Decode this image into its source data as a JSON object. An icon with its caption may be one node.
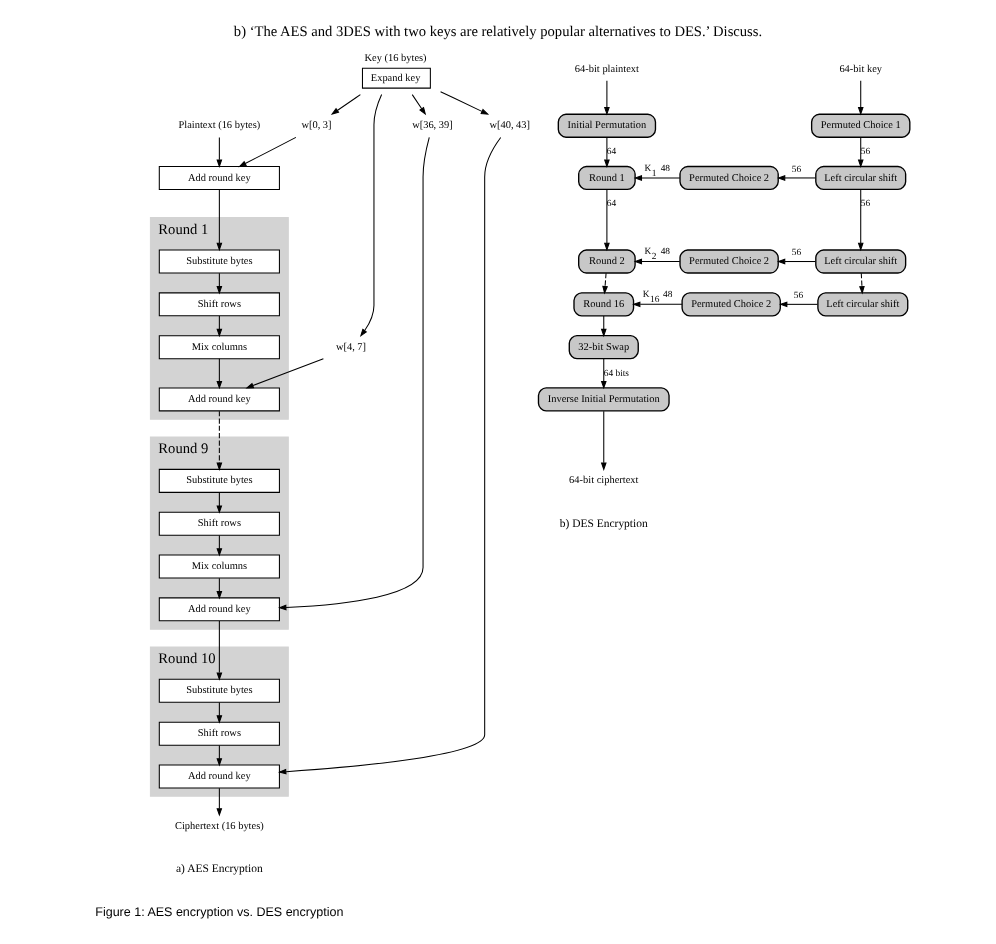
{
  "diagram": {
    "title": "b) ‘The AES and 3DES with two keys are relatively popular alternatives to DES.’ Discuss.",
    "caption": "Figure 1: AES encryption vs. DES encryption",
    "nodes": [
      {
        "text": [
          "Plaintext (16 bytes)"
        ]
      },
      {
        "text": [
          "Key (16 bytes)",
          "Expand key"
        ]
      },
      {
        "text": [
          "Add round key"
        ]
      },
      {
        "text": [
          "Round 1"
        ]
      },
      {
        "text": [
          "Substitute bytes"
        ],
        "in": 3
      },
      {
        "text": [
          "Shift rows"
        ],
        "in": 3
      },
      {
        "text": [
          "Mix columns"
        ],
        "in": 3
      },
      {
        "text": [
          "Add round key"
        ],
        "in": 3
      },
      {
        "text": [
          "Round 9"
        ]
      },
      {
        "text": [
          "Substitute bytes"
        ],
        "in": 8
      },
      {
        "text": [
          "Shift rows"
        ],
        "in": 8
      },
      {
        "text": [
          "Mix columns"
        ],
        "in": 8
      },
      {
        "text": [
          "Add round key"
        ],
        "in": 8
      },
      {
        "text": [
          "Round 10"
        ]
      },
      {
        "text": [
          "Substitute bytes"
        ],
        "in": 13
      },
      {
        "text": [
          "Shift rows"
        ],
        "in": 13
      },
      {
        "text": [
          "Add round key"
        ],
        "in": 13
      },
      {
        "text": [
          "Ciphertext (16 bytes)"
        ]
      },
      {
        "text": [
          "w[0, 3]"
        ]
      },
      {
        "text": [
          "w[4, 7]"
        ]
      },
      {
        "text": [
          "w[36, 39]"
        ]
      },
      {
        "text": [
          "w[40, 43]"
        ]
      },
      {
        "text": [
          "64-bit plaintext"
        ]
      },
      {
        "text": [
          "Initial Permutation"
        ]
      },
      {
        "text": [
          "Round 1"
        ]
      },
      {
        "text": [
          "Round 2"
        ]
      },
      {
        "text": [
          "Round 16"
        ]
      },
      {
        "text": [
          "32-bit Swap"
        ]
      },
      {
        "text": [
          "Inverse Initial Permutation"
        ]
      },
      {
        "text": [
          "64-bit ciphertext"
        ]
      },
      {
        "text": [
          "64-bit key"
        ]
      },
      {
        "text": [
          "Permuted Choice 1"
        ]
      },
      {
        "text": [
          "Left circular shift"
        ]
      },
      {
        "text": [
          "Permuted Choice 2"
        ]
      },
      {
        "text": [
          "Left circular shift"
        ]
      },
      {
        "text": [
          "Permuted Choice 2"
        ]
      },
      {
        "text": [
          "Left circular shift"
        ]
      },
      {
        "text": [
          "Permuted Choice 2"
        ]
      }
    ],
    "edges": [
      {
        "from": 0,
        "to": 2,
        "arrow": "to"
      },
      {
        "from": 1,
        "to": 18,
        "arrow": "to"
      },
      {
        "from": 18,
        "to": 2,
        "arrow": "to"
      },
      {
        "from": 2,
        "to": 4,
        "arrow": "to"
      },
      {
        "from": 4,
        "to": 5,
        "arrow": "to"
      },
      {
        "from": 5,
        "to": 6,
        "arrow": "to"
      },
      {
        "from": 6,
        "to": 7,
        "arrow": "to"
      },
      {
        "from": 1,
        "to": 19,
        "arrow": "to"
      },
      {
        "from": 19,
        "to": 7,
        "arrow": "to"
      },
      {
        "from": 7,
        "to": 9,
        "arrow": "to",
        "style": "dashed"
      },
      {
        "from": 9,
        "to": 10,
        "arrow": "to"
      },
      {
        "from": 10,
        "to": 11,
        "arrow": "to"
      },
      {
        "from": 11,
        "to": 12,
        "arrow": "to"
      },
      {
        "from": 1,
        "to": 20,
        "arrow": "to"
      },
      {
        "from": 20,
        "to": 12,
        "arrow": "to"
      },
      {
        "from": 12,
        "to": 14,
        "arrow": "to"
      },
      {
        "from": 14,
        "to": 15,
        "arrow": "to"
      },
      {
        "from": 15,
        "to": 16,
        "arrow": "to"
      },
      {
        "from": 1,
        "to": 21,
        "arrow": "to"
      },
      {
        "from": 21,
        "to": 16,
        "arrow": "to"
      },
      {
        "from": 16,
        "to": 17,
        "arrow": "to"
      },
      {
        "from": 22,
        "to": 23,
        "arrow": "to"
      },
      {
        "from": 23,
        "to": 24,
        "arrow": "to",
        "label": "64"
      },
      {
        "from": 24,
        "to": 25,
        "arrow": "to",
        "label": "64"
      },
      {
        "from": 25,
        "to": 26,
        "arrow": "to",
        "style": "dashed"
      },
      {
        "from": 26,
        "to": 27,
        "arrow": "to"
      },
      {
        "from": 27,
        "to": 28,
        "arrow": "to",
        "label": "64 bits"
      },
      {
        "from": 28,
        "to": 29,
        "arrow": "to"
      },
      {
        "from": 30,
        "to": 31,
        "arrow": "to"
      },
      {
        "from": 31,
        "to": 32,
        "arrow": "to",
        "label": "56"
      },
      {
        "from": 32,
        "to": 34,
        "arrow": "to",
        "label": "56"
      },
      {
        "from": 34,
        "to": 36,
        "arrow": "to",
        "style": "dashed"
      },
      {
        "from": 32,
        "to": 33,
        "arrow": "to",
        "label": "56"
      },
      {
        "from": 33,
        "to": 24,
        "arrow": "to",
        "label": "K$_{1}$ 48"
      },
      {
        "from": 34,
        "to": 35,
        "arrow": "to",
        "label": "56"
      },
      {
        "from": 35,
        "to": 25,
        "arrow": "to",
        "label": "K$_{2}$ 48"
      },
      {
        "from": 36,
        "to": 37,
        "arrow": "to",
        "label": "56"
      },
      {
        "from": 37,
        "to": 26,
        "arrow": "to",
        "label": "K$_{16}$ 48"
      }
    ],
    "labels": [
      "a) AES Encryption",
      "b) DES Encryption"
    ]
  }
}
